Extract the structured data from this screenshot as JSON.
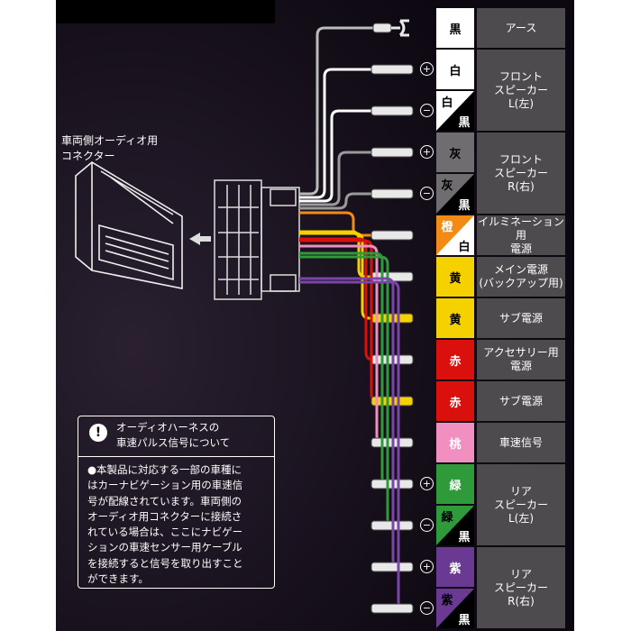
{
  "connector_label": "車両側オーディオ用\nコネクター",
  "polarity": {
    "plus": "+",
    "minus": "−"
  },
  "wires": [
    {
      "color_label": "黒",
      "function": "アース",
      "cell_bg": "#ffffff",
      "text_color": "#000000"
    },
    {
      "color_label": "白",
      "function": "フロント\nスピーカー\nL(左)",
      "cell_bg": "#ffffff",
      "text_color": "#000000"
    },
    {
      "color_label": "白",
      "stripe_label": "黒",
      "cell_bg": "#ffffff",
      "stripe_bg": "#000000"
    },
    {
      "color_label": "灰",
      "function": "フロント\nスピーカー\nR(右)",
      "cell_bg": "#6f6d6f",
      "text_color": "#000000"
    },
    {
      "color_label": "灰",
      "stripe_label": "黒",
      "cell_bg": "#6f6d6f",
      "stripe_bg": "#000000"
    },
    {
      "color_label": "橙",
      "stripe_label": "白",
      "function": "イルミネーション用\n電源",
      "cell_bg": "#ffffff",
      "stripe_bg": "#f28a14"
    },
    {
      "color_label": "黄",
      "function": "メイン電源\n(バックアップ用)",
      "cell_bg": "#f5d100",
      "text_color": "#000000"
    },
    {
      "color_label": "黄",
      "function": "サブ電源",
      "cell_bg": "#f5d100",
      "text_color": "#000000"
    },
    {
      "color_label": "赤",
      "function": "アクセサリー用\n電源",
      "cell_bg": "#d9100c",
      "text_color": "#ffffff"
    },
    {
      "color_label": "赤",
      "function": "サブ電源",
      "cell_bg": "#d9100c",
      "text_color": "#ffffff"
    },
    {
      "color_label": "桃",
      "function": "車速信号",
      "cell_bg": "#f08fc0",
      "text_color": "#ffffff"
    },
    {
      "color_label": "緑",
      "function": "リア\nスピーカー\nL(左)",
      "cell_bg": "#2f9a3a",
      "text_color": "#ffffff"
    },
    {
      "color_label": "緑",
      "stripe_label": "黒",
      "cell_bg": "#2f9a3a",
      "stripe_bg": "#000000"
    },
    {
      "color_label": "紫",
      "function": "リア\nスピーカー\nR(右)",
      "cell_bg": "#6a3a92",
      "text_color": "#ffffff"
    },
    {
      "color_label": "紫",
      "stripe_label": "黒",
      "cell_bg": "#6a3a92",
      "stripe_bg": "#000000"
    }
  ],
  "note": {
    "icon": "!",
    "title": "オーディオハーネスの\n車速パルス信号について",
    "body": "●本製品に対応する一部の車種に\nはカーナビゲーション用の車速信\n号が配線されています。車両側の\nオーディオ用コネクターに接続さ\nれている場合は、ここにナビゲー\nションの車速センサー用ケーブル\nを接続すると信号を取り出すこと\nができます。"
  },
  "colors": {
    "background": "#0c0710",
    "function_cell": "#4e4b4e",
    "text": "#ffffff"
  }
}
